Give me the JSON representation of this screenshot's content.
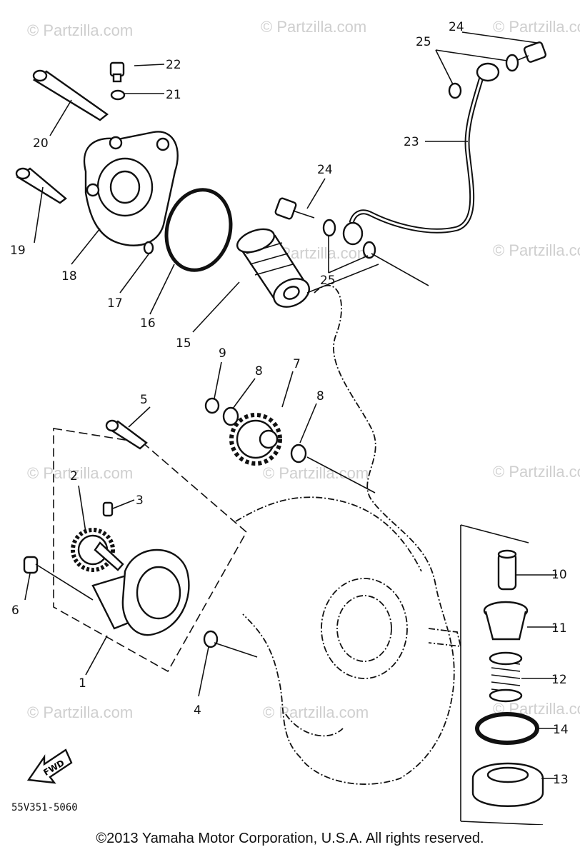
{
  "diagram": {
    "watermark": "© Partzilla.com",
    "drawing_code": "55V351-5060",
    "fwd_label": "FWD",
    "callouts": {
      "c1": "1",
      "c2": "2",
      "c3": "3",
      "c4": "4",
      "c5": "5",
      "c6": "6",
      "c7": "7",
      "c8a": "8",
      "c8b": "8",
      "c9": "9",
      "c10": "10",
      "c11": "11",
      "c12": "12",
      "c13": "13",
      "c14": "14",
      "c15": "15",
      "c16": "16",
      "c17": "17",
      "c18": "18",
      "c19": "19",
      "c20": "20",
      "c21": "21",
      "c22": "22",
      "c23": "23",
      "c24a": "24",
      "c24b": "24",
      "c25a": "25",
      "c25b": "25"
    }
  },
  "footer": {
    "copyright": "©2013 Yamaha Motor Corporation, U.S.A. All rights reserved."
  }
}
